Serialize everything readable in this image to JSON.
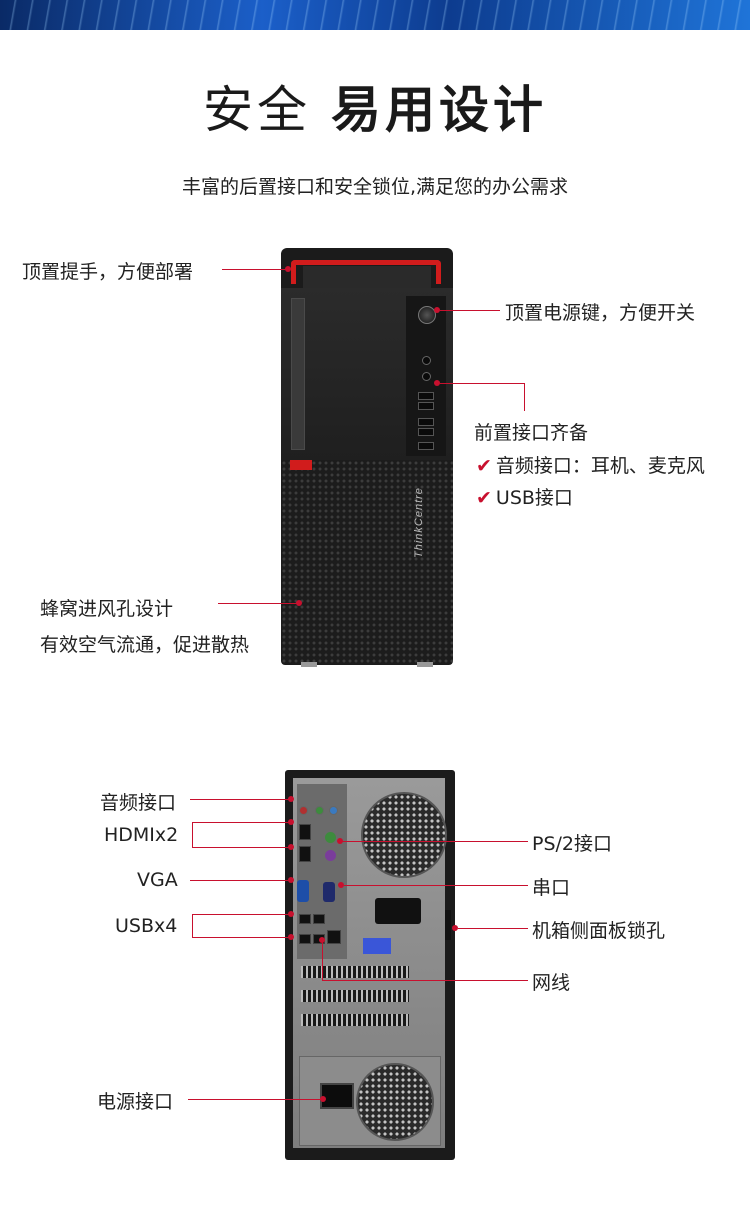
{
  "header": {
    "title_light": "安全",
    "title_bold": "易用设计",
    "subtitle": "丰富的后置接口和安全锁位,满足您的办公需求"
  },
  "front": {
    "brand_text": "ThinkCentre",
    "callouts": {
      "handle": "顶置提手，方便部署",
      "power_button": "顶置电源键，方便开关",
      "front_ports_title": "前置接口齐备",
      "front_ports_audio": "音频接口：耳机、麦克风",
      "front_ports_usb": "USB接口",
      "vent_line1": "蜂窝进风孔设计",
      "vent_line2": "有效空气流通，促进散热"
    },
    "check_glyph": "✔"
  },
  "rear": {
    "callouts": {
      "audio": "音频接口",
      "hdmi": "HDMIx2",
      "vga": "VGA",
      "usb": "USBx4",
      "power": "电源接口",
      "ps2": "PS/2接口",
      "serial": "串口",
      "lock": "机箱侧面板锁孔",
      "lan": "网线"
    }
  },
  "colors": {
    "accent": "#c8102e",
    "banner": "#1b5fc9"
  }
}
